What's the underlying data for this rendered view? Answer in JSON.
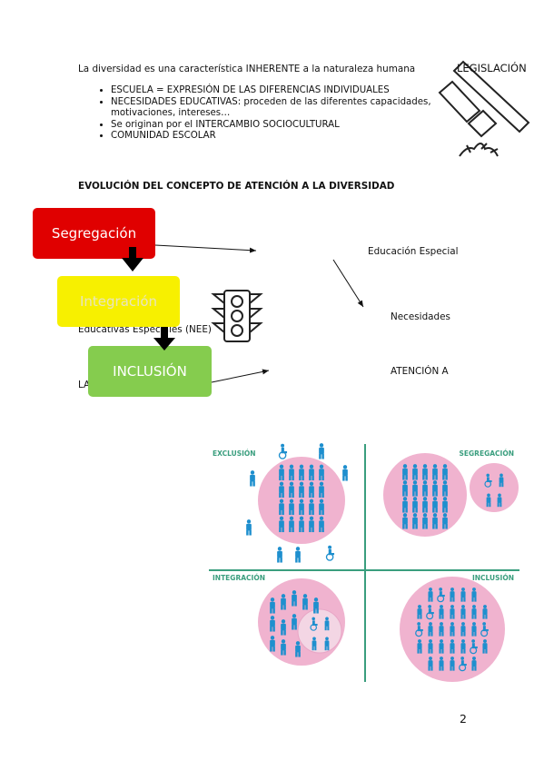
{
  "intro": "La diversidad es una característica INHERENTE a la naturaleza humana",
  "bullets": [
    "ESCUELA = EXPRESIÓN DE LAS DIFERENCIAS INDIVIDUALES",
    "NECESIDADES EDUCATIVAS: proceden de las diferentes capacidades, motivaciones, intereses…",
    "Se originan por el INTERCAMBIO SOCIOCULTURAL",
    "COMUNIDAD ESCOLAR"
  ],
  "legislacion": "LEGISLACIÓN",
  "section_title": "EVOLUCIÓN DEL CONCEPTO DE ATENCIÓN A LA DIVERSIDAD",
  "boxes": {
    "segregacion": "Segregación",
    "integracion": "Integración",
    "inclusion": "INCLUSIÓN"
  },
  "right_labels": {
    "educacion_especial": "Educación Especial",
    "necesidades": "Necesidades",
    "atencion": "ATENCIÓN A"
  },
  "hidden_text": {
    "nee": "Educativas Especiales (NEE)",
    "la": "LA"
  },
  "diagram_labels": {
    "exclusion": "EXCLUSIÓN",
    "segregacion": "SEGREGACIÓN",
    "integracion": "INTEGRACIÓN",
    "inclusion": "INCLUSIÓN"
  },
  "colors": {
    "red": "#e00000",
    "yellow": "#f7f000",
    "green": "#85cc4e",
    "teal": "#3a9e7e",
    "pink": "#f0b3cf",
    "figure": "#1e8fce"
  },
  "page_number": "2"
}
